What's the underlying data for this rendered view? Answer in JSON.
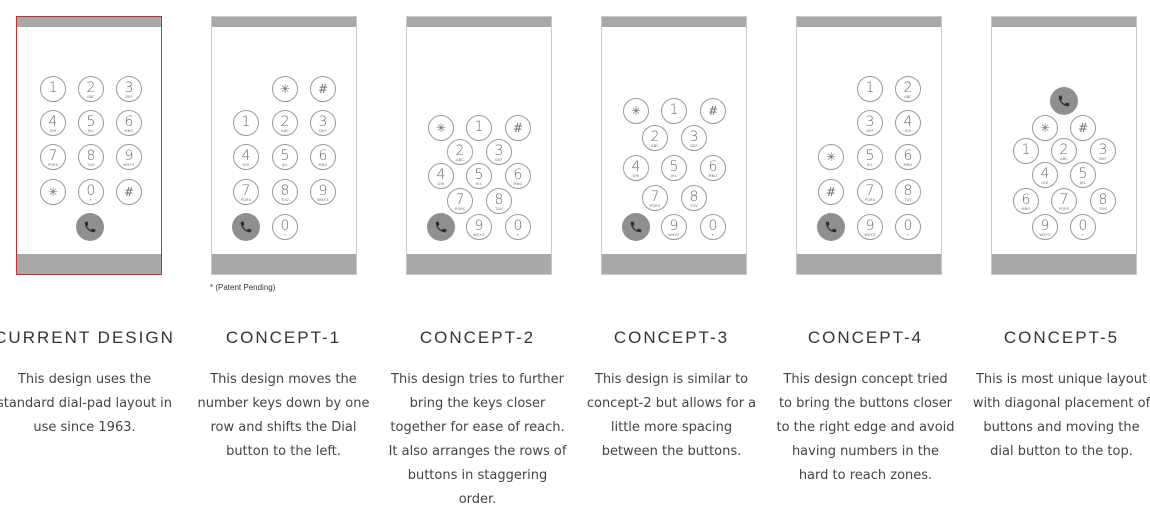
{
  "note": "*  (Patent Pending)",
  "colors": {
    "highlight_border": "#d9272e",
    "bar": "#a8a8a8",
    "dial": "#8f8f8f"
  },
  "keys": {
    "1": {
      "d": "1",
      "l": ""
    },
    "2": {
      "d": "2",
      "l": "ABC"
    },
    "3": {
      "d": "3",
      "l": "DEF"
    },
    "4": {
      "d": "4",
      "l": "GHI"
    },
    "5": {
      "d": "5",
      "l": "JKL"
    },
    "6": {
      "d": "6",
      "l": "MNO"
    },
    "7": {
      "d": "7",
      "l": "PQRS"
    },
    "8": {
      "d": "8",
      "l": "TUV"
    },
    "9": {
      "d": "9",
      "l": "WXYZ"
    },
    "0": {
      "d": "0",
      "l": "+"
    },
    "*": {
      "d": "✳",
      "l": ""
    },
    "#": {
      "d": "#",
      "l": ""
    }
  },
  "columns": [
    {
      "title": "CURRENT DESIGN",
      "description": [
        "This design uses the",
        "standard dial-pad layout in",
        "use since 1963."
      ]
    },
    {
      "title": "CONCEPT-1",
      "description": [
        "This design moves the",
        "number keys down by one",
        "row and shifts the Dial",
        "button to the left."
      ]
    },
    {
      "title": "CONCEPT-2",
      "description": [
        "This design tries to further",
        "bring the keys closer",
        "together for ease of reach.",
        "It also arranges the rows of",
        "buttons in staggering",
        "order."
      ]
    },
    {
      "title": "CONCEPT-3",
      "description": [
        "This design is similar to",
        "concept-2 but allows for a",
        "little more spacing",
        "between the buttons."
      ]
    },
    {
      "title": "CONCEPT-4",
      "description": [
        "This design concept tried",
        "to bring the buttons closer",
        "to the right edge and avoid",
        "having numbers in the",
        "hard to reach zones."
      ]
    },
    {
      "title": "CONCEPT-5",
      "description": [
        "This is most unique layout",
        "with diagonal placement of",
        "buttons and moving the",
        "dial button to the top."
      ]
    }
  ]
}
